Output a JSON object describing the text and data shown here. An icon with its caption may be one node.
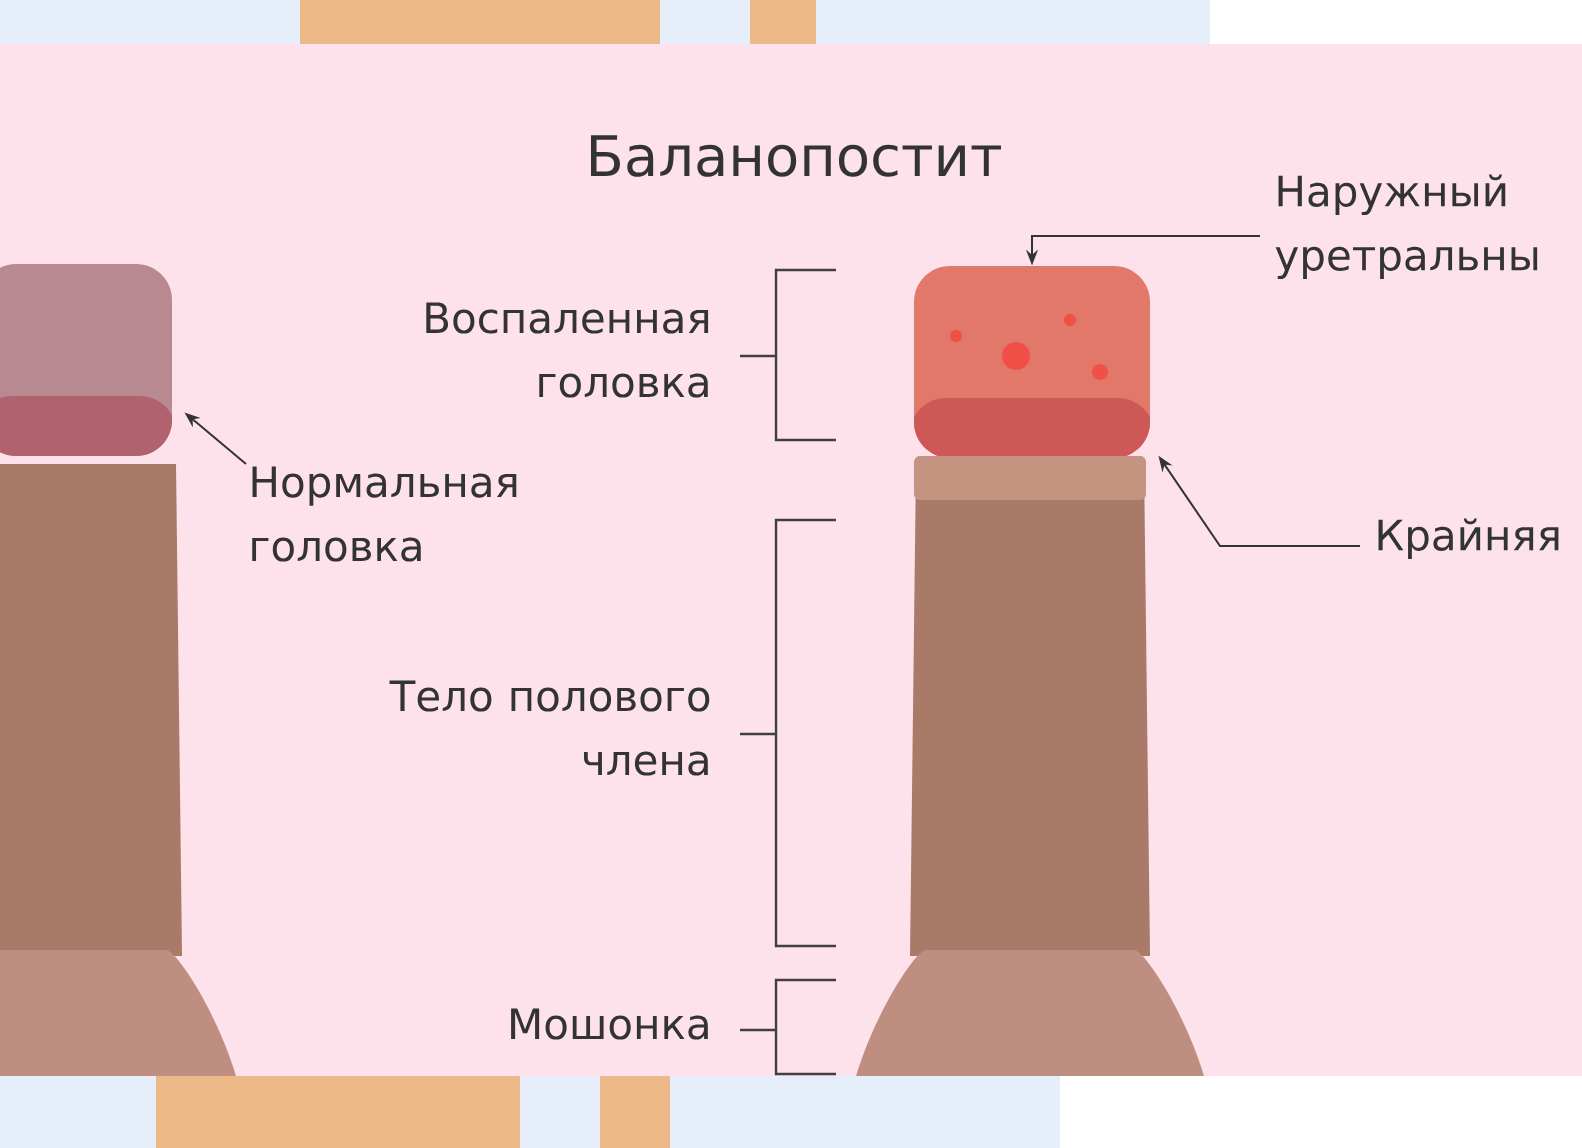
{
  "diagram": {
    "title": "Баланопостит",
    "nodes": [
      {
        "text": [
          "Нормальная головка"
        ]
      },
      {
        "text": [],
        "shape": "picture"
      },
      {
        "text": [
          "Наружный уретральны"
        ]
      },
      {
        "text": [],
        "shape": "picture"
      },
      {
        "text": [
          "Крайняя"
        ]
      },
      {
        "text": [],
        "shape": "bar"
      }
    ],
    "edges": [
      {
        "from": 0,
        "to": 1,
        "arrow": "to"
      },
      {
        "from": 2,
        "to": 3,
        "arrow": "to"
      },
      {
        "from": 4,
        "to": 5,
        "arrow": "to"
      }
    ],
    "labels": [
      "Воспаленная головка",
      "Тело полового члена",
      "Мошонка"
    ]
  }
}
